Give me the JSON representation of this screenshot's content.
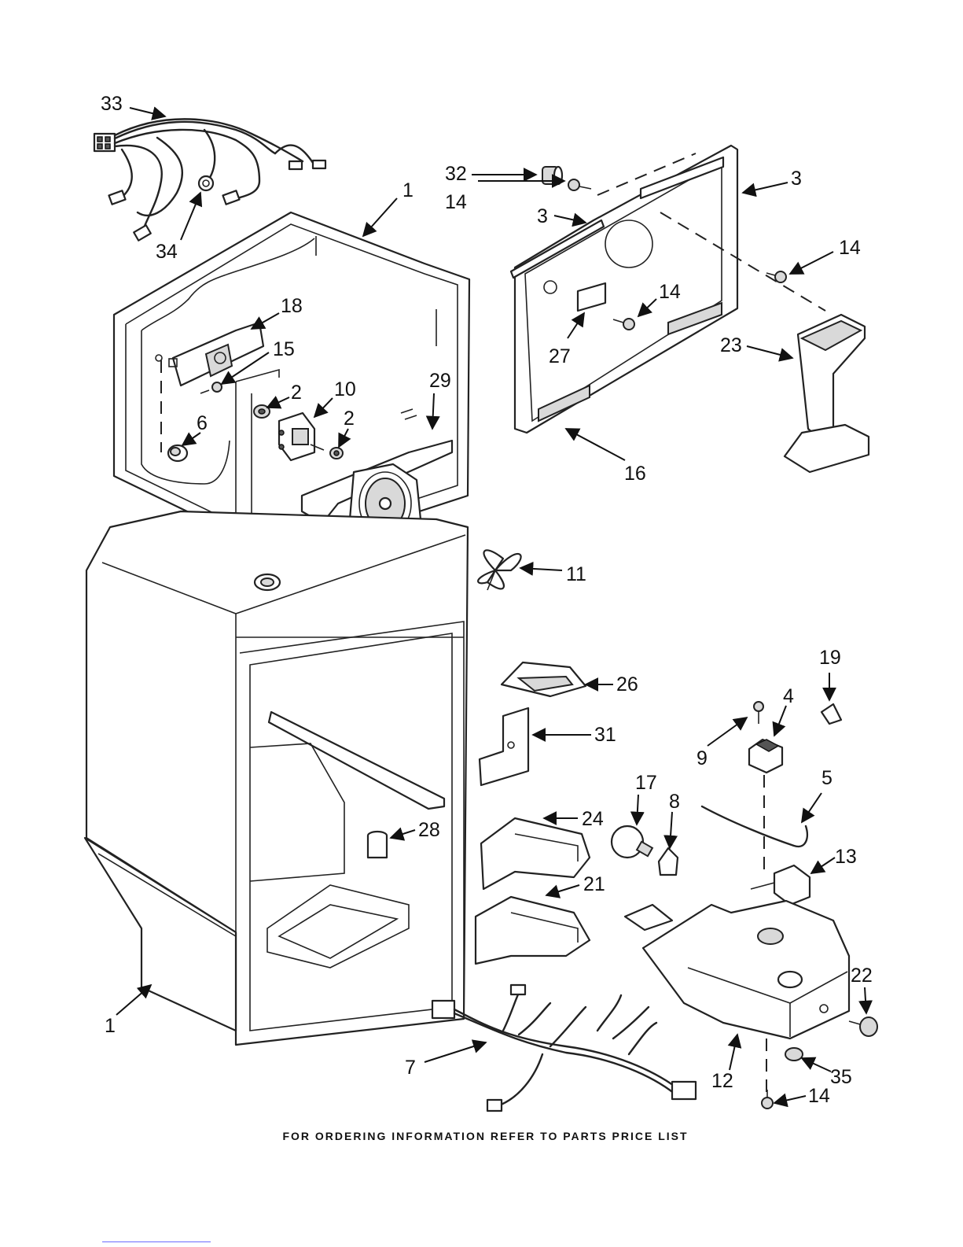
{
  "footer": {
    "note": "FOR ORDERING INFORMATION REFER TO PARTS PRICE LIST"
  },
  "callouts": [
    {
      "id": "c33",
      "label": "33"
    },
    {
      "id": "c34",
      "label": "34"
    },
    {
      "id": "c1a",
      "label": "1"
    },
    {
      "id": "c18",
      "label": "18"
    },
    {
      "id": "c15",
      "label": "15"
    },
    {
      "id": "c2a",
      "label": "2"
    },
    {
      "id": "c10",
      "label": "10"
    },
    {
      "id": "c29",
      "label": "29"
    },
    {
      "id": "c2b",
      "label": "2"
    },
    {
      "id": "c6",
      "label": "6"
    },
    {
      "id": "c32",
      "label": "32"
    },
    {
      "id": "c14a",
      "label": "14"
    },
    {
      "id": "c3a",
      "label": "3"
    },
    {
      "id": "c3b",
      "label": "3"
    },
    {
      "id": "c14b",
      "label": "14"
    },
    {
      "id": "c14c",
      "label": "14"
    },
    {
      "id": "c27",
      "label": "27"
    },
    {
      "id": "c23",
      "label": "23"
    },
    {
      "id": "c16",
      "label": "16"
    },
    {
      "id": "c11",
      "label": "11"
    },
    {
      "id": "c26",
      "label": "26"
    },
    {
      "id": "c19",
      "label": "19"
    },
    {
      "id": "c4",
      "label": "4"
    },
    {
      "id": "c31",
      "label": "31"
    },
    {
      "id": "c9",
      "label": "9"
    },
    {
      "id": "c5",
      "label": "5"
    },
    {
      "id": "c17",
      "label": "17"
    },
    {
      "id": "c8",
      "label": "8"
    },
    {
      "id": "c24",
      "label": "24"
    },
    {
      "id": "c28",
      "label": "28"
    },
    {
      "id": "c13",
      "label": "13"
    },
    {
      "id": "c21",
      "label": "21"
    },
    {
      "id": "c22",
      "label": "22"
    },
    {
      "id": "c1b",
      "label": "1"
    },
    {
      "id": "c7",
      "label": "7"
    },
    {
      "id": "c12",
      "label": "12"
    },
    {
      "id": "c35",
      "label": "35"
    },
    {
      "id": "c14d",
      "label": "14"
    }
  ]
}
